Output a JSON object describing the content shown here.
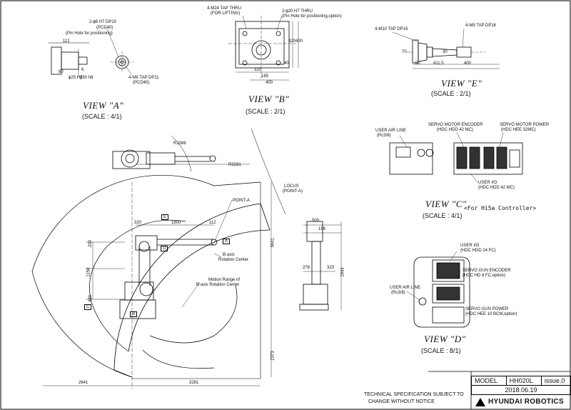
{
  "views": {
    "a": {
      "title": "VIEW \"A\"",
      "scale": "(SCALE : 4/1)",
      "notes": [
        "2-ϕ6 H7 DP10",
        "(PCD40)",
        "(Pin Hole for positioning)",
        "4-M6 TAP DP11",
        "(PCD40)"
      ],
      "dims": [
        "112",
        "6",
        "ϕ25 H7",
        "ϕ50 h8",
        "80"
      ]
    },
    "b": {
      "title": "VIEW \"B\"",
      "scale": "(SCALE : 2/1)",
      "notes": [
        "4-M24 TAP THRU",
        "(FOR LIFTING)",
        "2-ϕ20 H7 THRU",
        "(Pin Hole for positioning,option)"
      ],
      "dims": [
        "320",
        "165",
        "400",
        "320",
        "400",
        "40"
      ]
    },
    "e": {
      "title": "VIEW \"E\"",
      "scale": "(SCALE : 2/1)",
      "notes": [
        "4-M10 TAP DP16",
        "4-M8 TAP DP16"
      ],
      "dims": [
        "70",
        "80",
        "411.5",
        "400",
        "30"
      ]
    },
    "c": {
      "title": "VIEW \"C\"",
      "scale": "(SCALE : 4/1)",
      "sub": "<For Hi5a Controller>",
      "notes": [
        "USER AIR LINE",
        "(Rc3/8)",
        "SERVO MOTOR ENCODER",
        "(HDC HDD 42 MC)",
        "SERVO MOTOR POWER",
        "(HDC HEE 32MC)",
        "USER I/O",
        "(HDC HDD 42 MC)"
      ]
    },
    "d": {
      "title": "VIEW \"D\"",
      "scale": "(SCALE : 8/1)",
      "notes": [
        "USER I/O",
        "(HDC HDD 24 FC)",
        "SERVO GUN ENCODER",
        "(HDC HD 8 FC,option)",
        "USER AIR LINE",
        "(Rc3/8)",
        "SERVO GUN POWER",
        "(HDC HEE 10 BCM,option)"
      ]
    }
  },
  "main": {
    "labels": [
      "R1086",
      "R3281",
      "LOCUS",
      "(POINT-A)",
      "POINT-A",
      "B-axis",
      "Rotation Center",
      "Motion Range of",
      "B-axis Rotation Center"
    ],
    "dims": [
      "320",
      "1800",
      "112",
      "200",
      "1150",
      "480",
      "3441",
      "2373",
      "2641",
      "3281"
    ],
    "markers": [
      "E",
      "A",
      "B",
      "C",
      "D"
    ]
  },
  "side": {
    "dims": [
      "500",
      "196",
      "278",
      "323",
      "1944"
    ]
  },
  "title_block": {
    "model_label": "MODEL",
    "model_value": "HH020L",
    "issue": "issue.0",
    "date": "2018.06.19",
    "notice_1": "TECHNICAL SPECIFICATION SUBJECT TO",
    "notice_2": "CHANGE WITHOUT NOTICE",
    "brand": "HYUNDAI ROBOTICS"
  }
}
